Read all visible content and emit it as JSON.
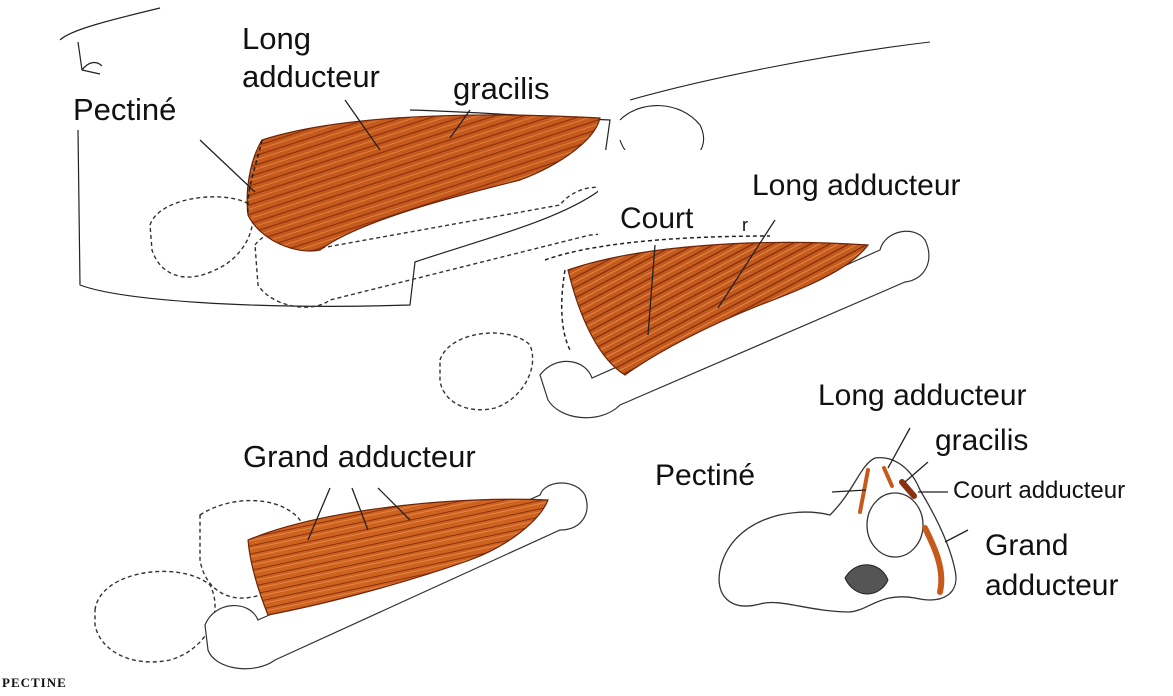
{
  "colors": {
    "muscle": "#c65a1c",
    "muscle_dark": "#8a3210",
    "muscle_light": "#e0894a",
    "outline": "#222222",
    "paper": "#ffffff"
  },
  "panels": {
    "top_left": {
      "labels": {
        "long_adducteur_line1": "Long",
        "long_adducteur_line2": "adducteur",
        "gracilis": "gracilis",
        "pectine": "Pectiné"
      }
    },
    "top_right": {
      "labels": {
        "long_adducteur": "Long adducteur",
        "court": "Court",
        "fragment": "r"
      }
    },
    "bottom_left": {
      "labels": {
        "grand_adducteur": "Grand adducteur"
      }
    },
    "bottom_right": {
      "labels": {
        "long_adducteur": "Long adducteur",
        "gracilis": "gracilis",
        "pectine": "Pectiné",
        "court_adducteur": "Court adducteur",
        "grand_adducteur_line1": "Grand",
        "grand_adducteur_line2": "adducteur"
      }
    }
  },
  "caption": "PECTINE"
}
